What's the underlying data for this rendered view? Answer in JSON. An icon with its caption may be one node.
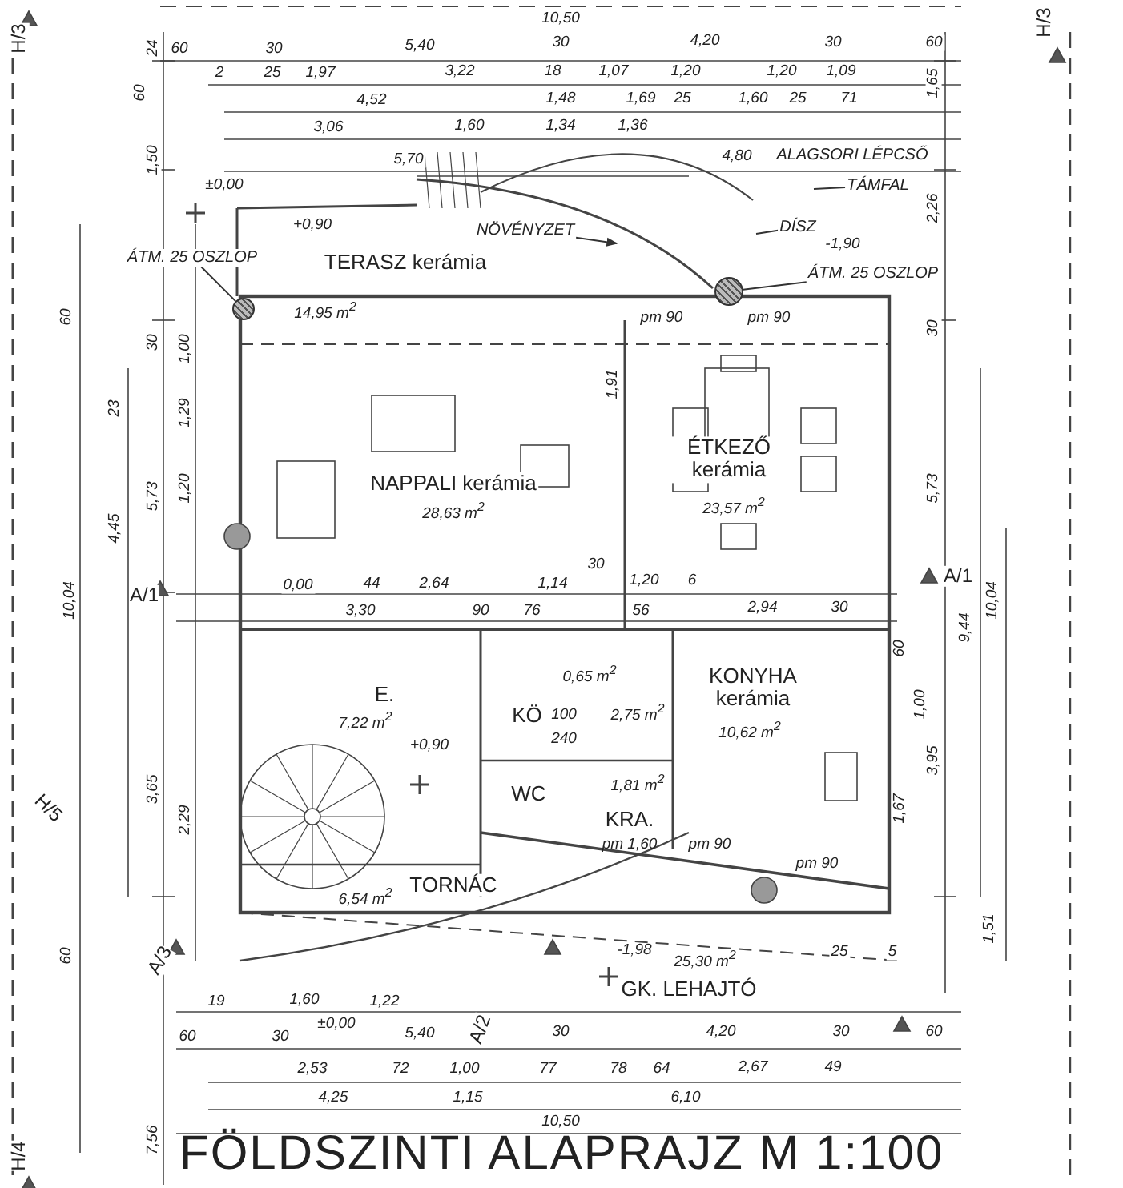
{
  "diagram": {
    "title": "FÖLDSZINTI ALAPRAJZ M 1:100",
    "nodes": [
      {
        "text": [
          "ÁTM. 25 OSZLOP"
        ]
      },
      {
        "text": [],
        "shape": "circle"
      },
      {
        "text": [
          "NÖVÉNYZET"
        ]
      },
      {
        "text": [
          "TÁMFAL"
        ]
      },
      {
        "text": [
          "DÍSZ"
        ]
      },
      {
        "text": [
          "ÁTM. 25 OSZLOP"
        ]
      },
      {
        "text": [],
        "shape": "circle"
      }
    ],
    "edges": [
      {
        "from": 0,
        "to": 1,
        "arrow": "none"
      },
      {
        "from": 2,
        "to": null,
        "arrow": "to"
      },
      {
        "from": 3,
        "to": null,
        "arrow": "none"
      },
      {
        "from": 4,
        "to": null,
        "arrow": "none"
      },
      {
        "from": 5,
        "to": 6,
        "arrow": "none"
      }
    ],
    "labels": [
      "H/3",
      "10,50",
      "60",
      "30",
      "5,40",
      "30",
      "4,20",
      "30",
      "60",
      "H/3",
      "2",
      "25",
      "1,97",
      "3,22",
      "18",
      "1,07",
      "1,20",
      "1,20",
      "1,09",
      "4,52",
      "1,48",
      "1,69",
      "25",
      "1,60",
      "25",
      "71",
      "3,06",
      "1,60",
      "1,34",
      "1,36",
      "ALAGSORI LÉPCSŐ",
      "5,70",
      "4,80",
      "±0,00",
      "+0,90",
      "TERASZ kerámia",
      "14,95 m$^{2}$",
      "pm 90",
      "pm 90",
      "24",
      "60",
      "1,50",
      "60",
      "30",
      "1,00",
      "23",
      "1,29",
      "5,73",
      "1,20",
      "4,45",
      "10,04",
      "1,65",
      "2,26",
      "30",
      "1,91",
      "5,73",
      "NAPPALI kerámia",
      "28,63 m$^{2}$",
      "ÉTKEZŐ kerámia",
      "23,57 m$^{2}$",
      "A/1",
      "0,00",
      "44",
      "2,64",
      "1,14",
      "30",
      "1,20",
      "6",
      "3,30",
      "90",
      "76",
      "56",
      "2,94",
      "30",
      "A/1",
      "9,44",
      "10,04",
      "E.",
      "7,22 m$^{2}$",
      "KÖ",
      "0,65 m$^{2}$",
      "100",
      "2,75 m$^{2}$",
      "240",
      "KONYHA kerámia",
      "10,62 m$^{2}$",
      "60",
      "1,00",
      "3,95",
      "+0,90",
      "1,81 m$^{2}$",
      "WC",
      "KRA.",
      "pm 1,60",
      "1,67",
      "pm 90",
      "pm 90",
      "TORNÁC",
      "6,54 m$^{2}$",
      "1,51",
      "-1,98",
      "25,30 m$^{2}$",
      "25",
      "5",
      "GK. LEHAJTÓ",
      "19",
      "1,60",
      "1,22",
      "±0,00",
      "60",
      "30",
      "5,40",
      "30",
      "4,20",
      "30",
      "60",
      "2,53",
      "72",
      "1,00",
      "77",
      "78",
      "64",
      "2,67",
      "49",
      "4,25",
      "1,15",
      "6,10",
      "10,50",
      "H/5",
      "A/3",
      "A/2",
      "H/4",
      "3,65",
      "2,29",
      "60",
      "7,56",
      "-1,90"
    ]
  }
}
